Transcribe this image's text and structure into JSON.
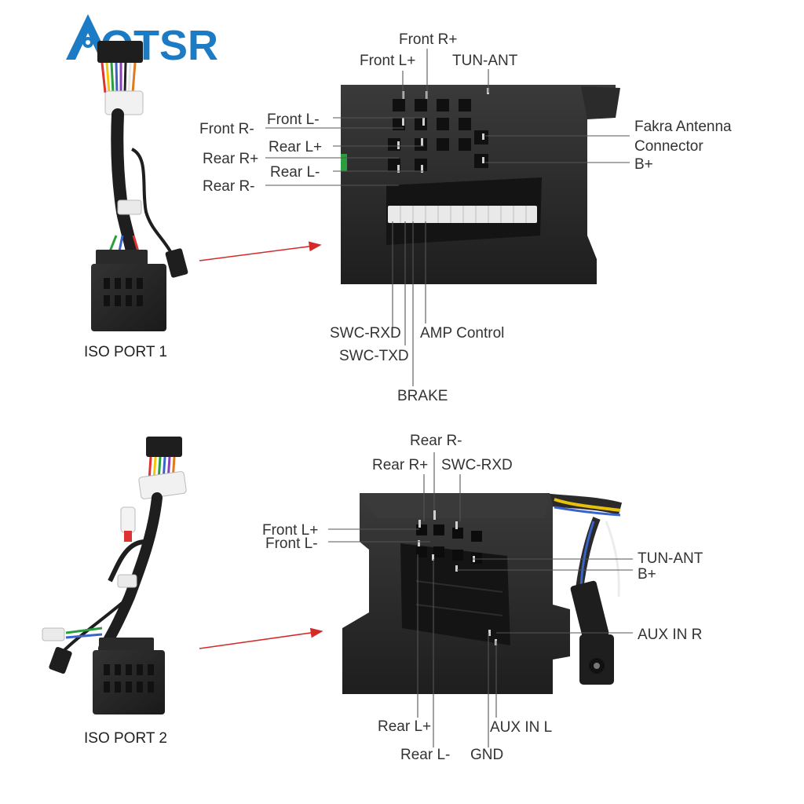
{
  "logo": {
    "text": "OTSR",
    "brand_color": "#1b7bc4"
  },
  "arrow_color": "#d42a2a",
  "port1": {
    "caption": "ISO PORT 1",
    "labels": {
      "front_r_plus": "Front R+",
      "front_l_plus": "Front L+",
      "tun_ant": "TUN-ANT",
      "front_l_minus": "Front L-",
      "front_r_minus": "Front R-",
      "rear_l_plus": "Rear L+",
      "rear_r_plus": "Rear R+",
      "rear_l_minus": "Rear L-",
      "rear_r_minus": "Rear R-",
      "fakra_1": "Fakra Antenna",
      "fakra_2": "Connector",
      "b_plus": "B+",
      "swc_rxd": "SWC-RXD",
      "amp_control": "AMP Control",
      "swc_txd": "SWC-TXD",
      "brake": "BRAKE"
    }
  },
  "port2": {
    "caption": "ISO PORT 2",
    "labels": {
      "rear_r_minus": "Rear R-",
      "rear_r_plus": "Rear R+",
      "swc_rxd": "SWC-RXD",
      "front_l_plus": "Front L+",
      "front_l_minus": "Front L-",
      "tun_ant": "TUN-ANT",
      "b_plus": "B+",
      "aux_in_r": "AUX IN R",
      "rear_l_plus": "Rear L+",
      "aux_in_l": "AUX IN L",
      "rear_l_minus": "Rear L-",
      "gnd": "GND"
    }
  }
}
